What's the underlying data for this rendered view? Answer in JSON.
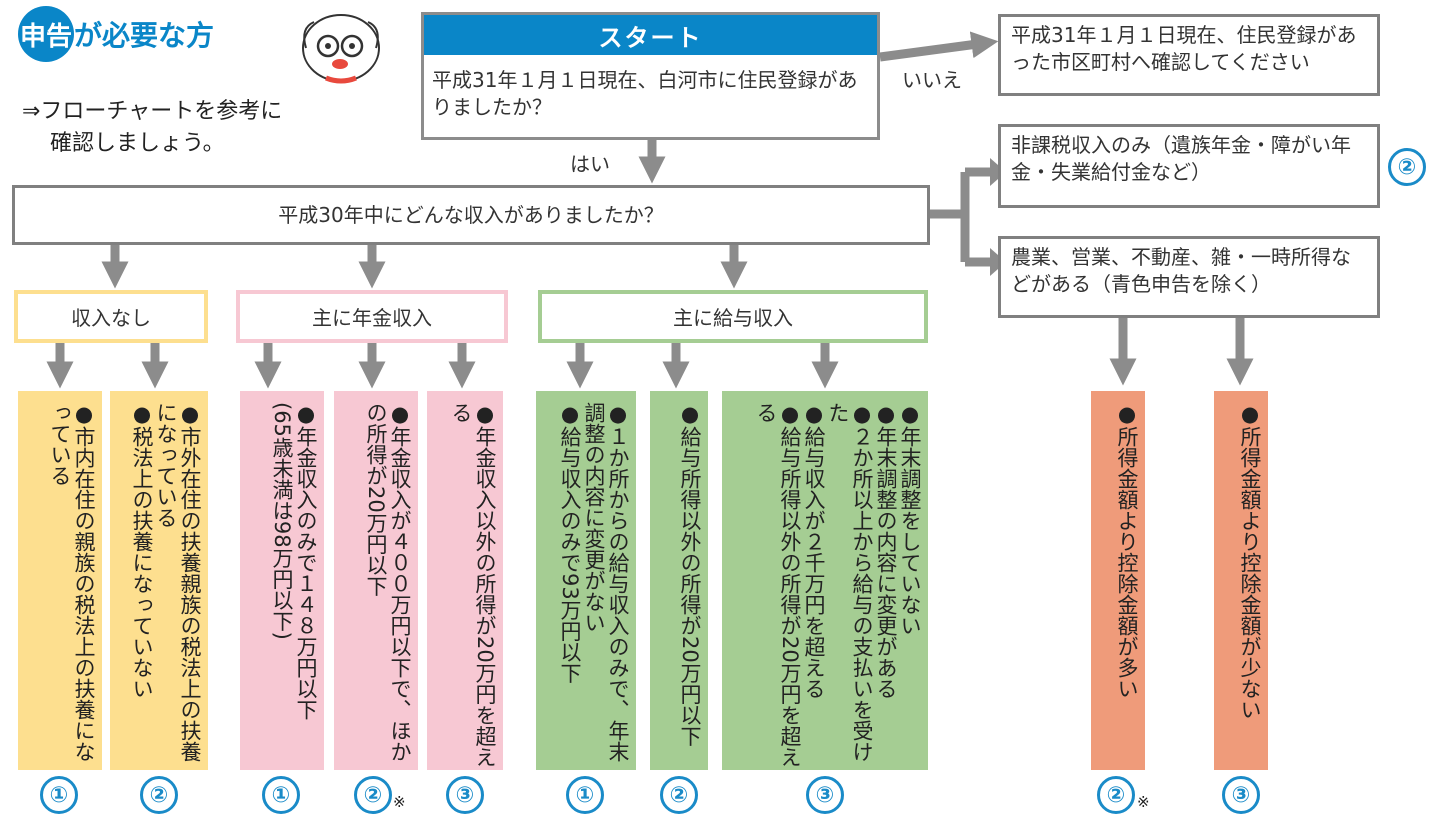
{
  "header": {
    "badge": "申告",
    "title_rest": "が必要な方",
    "subtitle_line1": "⇒フローチャートを参考に",
    "subtitle_line2": "確認しましょう。"
  },
  "start": {
    "label": "スタート",
    "question": "平成31年１月１日現在、白河市に住民登録がありましたか？"
  },
  "no_branch": {
    "label": "いいえ",
    "text": "平成31年１月１日現在、住民登録があった市区町村へ確認してください"
  },
  "yes_label": "はい",
  "income_question": "平成30年中にどんな収入がありましたか？",
  "right_boxes": {
    "nontaxable": "非課税収入のみ（遺族年金・障がい年金・失業給付金など）",
    "nontaxable_result": "②",
    "business": "農業、営業、不動産、雑・一時所得などがある（青色申告を除く）"
  },
  "categories": {
    "none": "収入なし",
    "pension": "主に年金収入",
    "salary": "主に給与収入"
  },
  "columns": [
    {
      "items": [
        "●市内在住の親族の税法上の扶養になっている"
      ],
      "result": "①",
      "note": ""
    },
    {
      "items": [
        "●市外在住の扶養親族の税法上の扶養になっている",
        "●税法上の扶養になっていない"
      ],
      "result": "②",
      "note": ""
    },
    {
      "items": [
        "●年金収入のみで１４８万円以下",
        "(65歳未満は98万円以下)"
      ],
      "result": "①",
      "note": ""
    },
    {
      "items": [
        "●年金収入が４００万円以下で、ほかの所得が20万円以下"
      ],
      "result": "②",
      "note": "※"
    },
    {
      "items": [
        "●年金収入以外の所得が20万円を超える"
      ],
      "result": "③",
      "note": ""
    },
    {
      "items": [
        "●１か所からの給与収入のみで、年末調整の内容に変更がない",
        "●給与収入のみで93万円以下"
      ],
      "result": "①",
      "note": ""
    },
    {
      "items": [
        "●給与所得以外の所得が20万円以下"
      ],
      "result": "②",
      "note": ""
    },
    {
      "items": [
        "●年末調整をしていない",
        "●年末調整の内容に変更がある",
        "●２か所以上から給与の支払いを受けた",
        "●給与収入が２千万円を超える",
        "●給与所得以外の所得が20万円を超える"
      ],
      "result": "③",
      "note": ""
    },
    {
      "items": [
        "●所得金額より控除金額が多い"
      ],
      "result": "②",
      "note": "※"
    },
    {
      "items": [
        "●所得金額より控除金額が少ない"
      ],
      "result": "③",
      "note": ""
    }
  ],
  "colors": {
    "blue": "#0a86c8",
    "gray": "#8c8c8c",
    "yellow_fill": "#fddf8f",
    "yellow_border": "#fddf8f",
    "pink_fill": "#f7c8d3",
    "pink_border": "#f7c8d3",
    "green_fill": "#a5cd93",
    "green_border": "#a5cd93",
    "orange_fill": "#ef9b7a"
  }
}
